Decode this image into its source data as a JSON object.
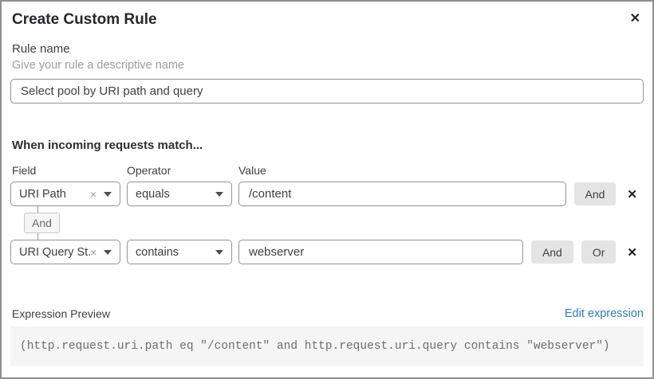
{
  "dialog": {
    "title": "Create Custom Rule"
  },
  "icons": {
    "close": "✕",
    "clear": "×",
    "remove": "✕",
    "chevron_down": "triangle-down"
  },
  "rule_name": {
    "label": "Rule name",
    "hint": "Give your rule a descriptive name",
    "value": "Select pool by URI path and query"
  },
  "matcher": {
    "heading": "When incoming requests match...",
    "columns": {
      "field": "Field",
      "operator": "Operator",
      "value": "Value"
    },
    "connector_label": "And",
    "rows": [
      {
        "field": "URI Path",
        "operator": "equals",
        "value": "/content",
        "buttons": [
          "And"
        ]
      },
      {
        "field": "URI Query St...",
        "operator": "contains",
        "value": "webserver",
        "buttons": [
          "And",
          "Or"
        ]
      }
    ]
  },
  "preview": {
    "label": "Expression Preview",
    "edit_link": "Edit expression",
    "expression": "(http.request.uri.path eq \"/content\" and http.request.uri.query contains \"webserver\")"
  },
  "colors": {
    "link_blue": "#2980b9",
    "button_gray": "#e4e4e4",
    "code_bg": "#f5f5f5",
    "border_gray": "#949494"
  }
}
